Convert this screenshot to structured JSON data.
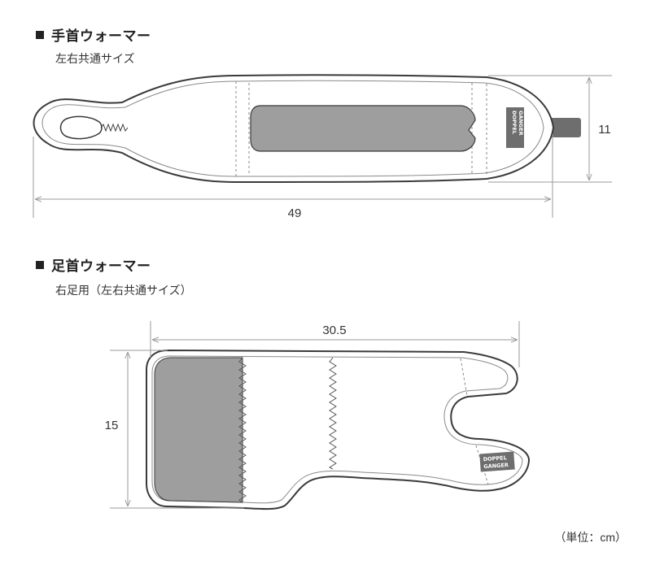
{
  "wrist": {
    "title": "手首ウォーマー",
    "subtitle": "左右共通サイズ",
    "length": "49",
    "height": "11",
    "brand_line1": "DOPPEL",
    "brand_line2": "GANGER"
  },
  "ankle": {
    "title": "足首ウォーマー",
    "subtitle": "右足用（左右共通サイズ）",
    "width": "30.5",
    "height": "15",
    "brand_line1": "DOPPEL",
    "brand_line2": "GANGER"
  },
  "unit_label": "（単位：cm）",
  "colors": {
    "outline": "#3a3a3a",
    "fill_gray": "#9e9e9e",
    "dim_line": "#9a9a9a",
    "logo_bg": "#6e6e6e"
  }
}
